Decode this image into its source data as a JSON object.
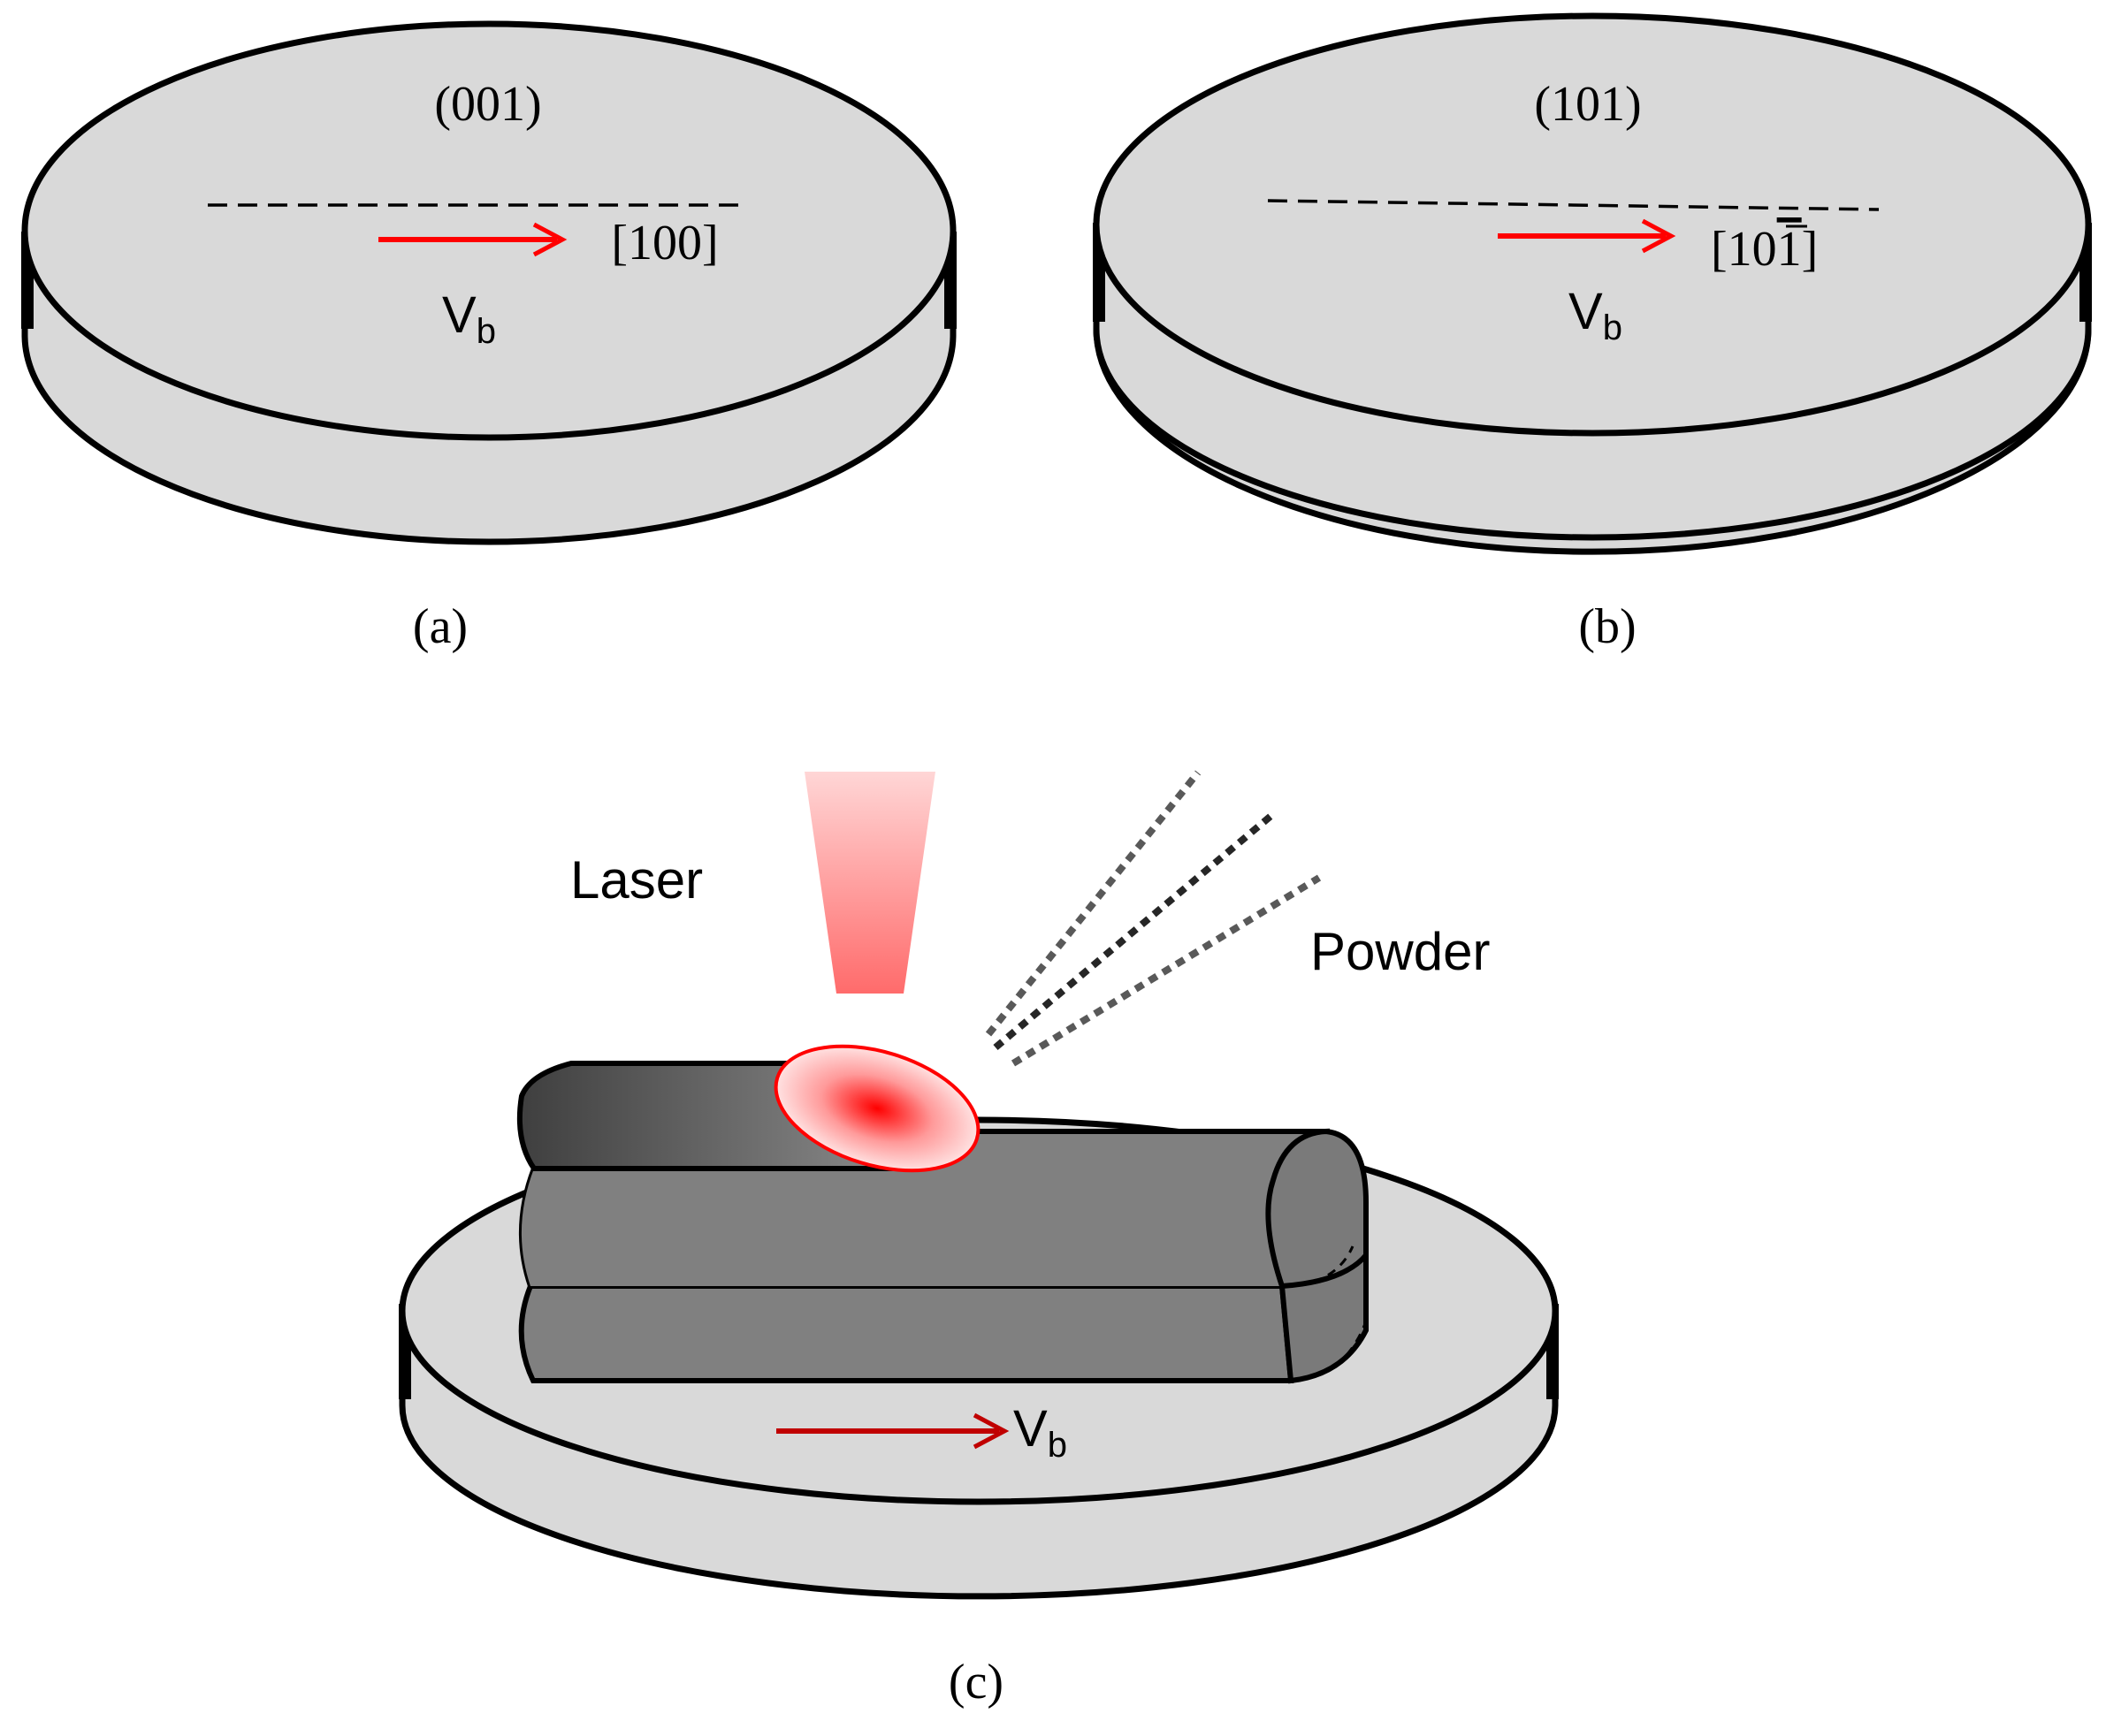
{
  "panel_a": {
    "plane": "(001)",
    "direction": "[100]",
    "velocity_main": "V",
    "velocity_sub": "b",
    "caption": "(a)"
  },
  "panel_b": {
    "plane": "(101)",
    "direction_prefix": "[10",
    "direction_bar_digit": "1",
    "direction_suffix": "]",
    "velocity_main": "V",
    "velocity_sub": "b",
    "caption": "(b)"
  },
  "panel_c": {
    "laser_label": "Laser",
    "powder_label": "Powder",
    "velocity_main": "V",
    "velocity_sub": "b",
    "caption": "(c)"
  },
  "colors": {
    "disk_fill": "#d9d9d9",
    "outline": "#000000",
    "arrow_red": "#ff0000",
    "arrow_dark_red": "#c00000",
    "track_gray": "#808080",
    "powder_gray": "#595959"
  }
}
